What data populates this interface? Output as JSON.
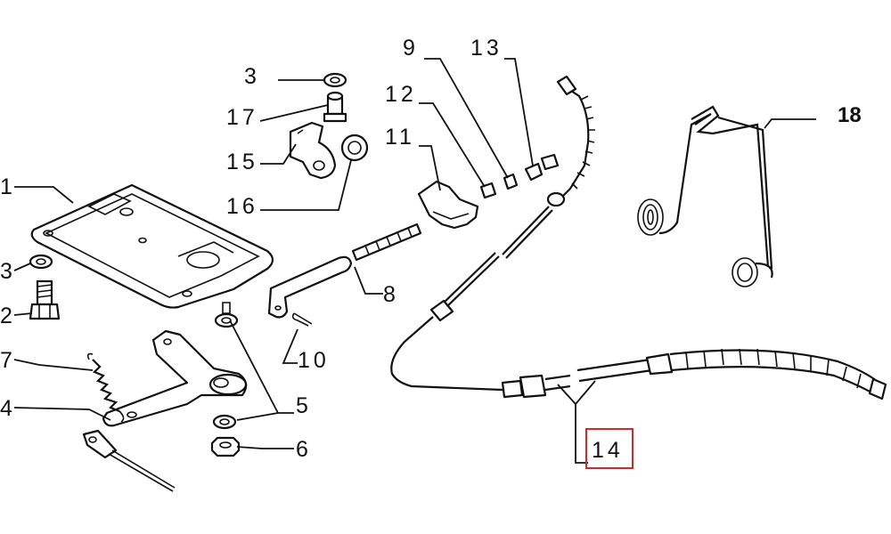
{
  "diagram": {
    "callouts": [
      {
        "id": "p1",
        "text": "1"
      },
      {
        "id": "p2",
        "text": "2"
      },
      {
        "id": "p3a",
        "text": "3"
      },
      {
        "id": "p3b",
        "text": "3"
      },
      {
        "id": "p4",
        "text": "4"
      },
      {
        "id": "p5",
        "text": "5"
      },
      {
        "id": "p6",
        "text": "6"
      },
      {
        "id": "p7",
        "text": "7"
      },
      {
        "id": "p8",
        "text": "8"
      },
      {
        "id": "p9",
        "text": "9"
      },
      {
        "id": "p10",
        "text": "10"
      },
      {
        "id": "p11",
        "text": "11"
      },
      {
        "id": "p12",
        "text": "12"
      },
      {
        "id": "p13",
        "text": "13"
      },
      {
        "id": "p14",
        "text": "14"
      },
      {
        "id": "p15",
        "text": "15"
      },
      {
        "id": "p16",
        "text": "16"
      },
      {
        "id": "p17",
        "text": "17"
      },
      {
        "id": "p18",
        "text": "18"
      }
    ],
    "highlighted": "14",
    "colors": {
      "line": "#111111",
      "highlight": "#d9262b",
      "background": "#ffffff"
    }
  }
}
